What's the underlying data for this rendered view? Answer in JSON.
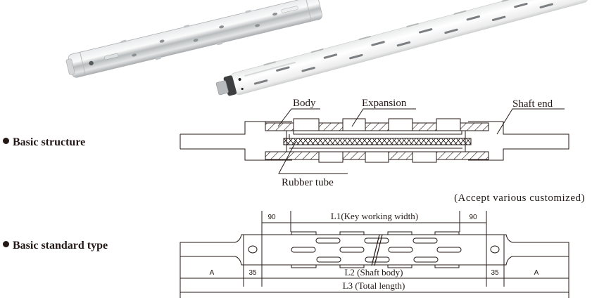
{
  "photo": {
    "alt": "Two air expanding shafts: a key-type aluminum shaft and a slat/strip-type white shaft"
  },
  "sections": {
    "basic_structure": {
      "label": "Basic structure"
    },
    "basic_standard_type": {
      "label": "Basic standard type"
    }
  },
  "structure_diagram": {
    "callouts": {
      "body": "Body",
      "expansion": "Expansion",
      "shaft_end": "Shaft end",
      "rubber_tube": "Rubber tube"
    }
  },
  "standard_diagram": {
    "note": "(Accept various customized)",
    "dimensions": {
      "left_margin": "90",
      "l1": "L1(Key working width)",
      "right_margin": "90",
      "left_a": "A",
      "left_35": "35",
      "l2": "L2 (Shaft body)",
      "right_35": "35",
      "right_a": "A",
      "l3": "L3 (Total length)"
    }
  },
  "colors": {
    "line": "#231815",
    "hatch_fill": "#ffffff",
    "shaft_silver": "#c9ccce",
    "shaft_white": "#f1f1f1"
  }
}
